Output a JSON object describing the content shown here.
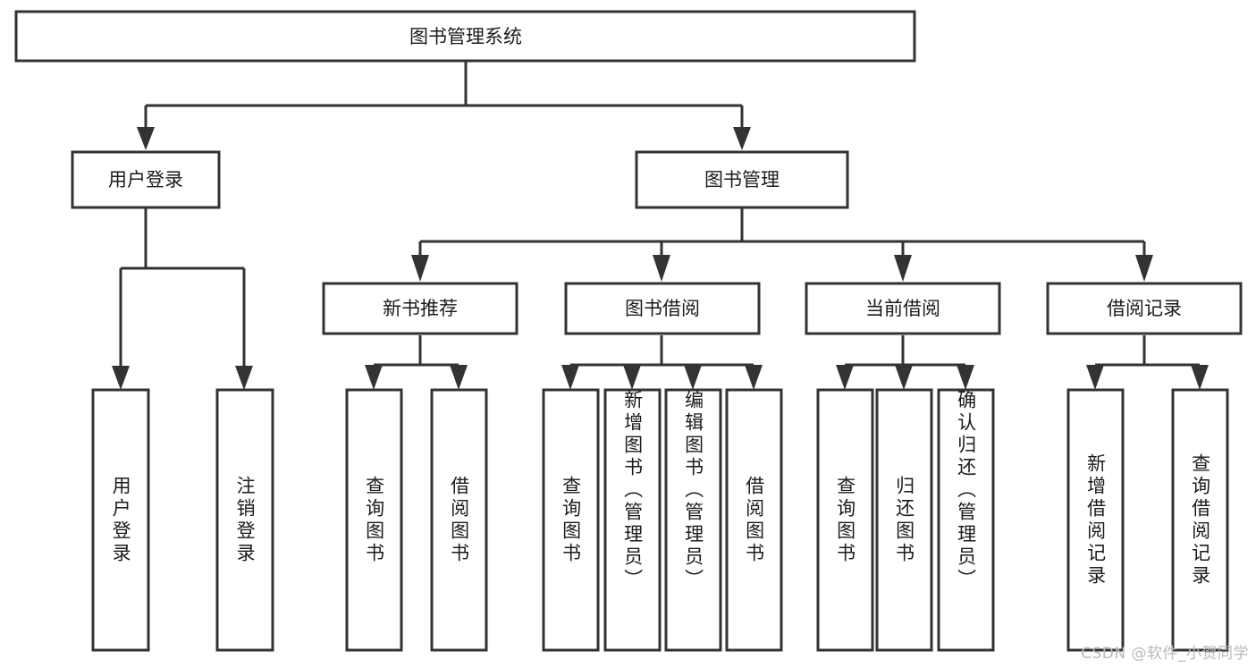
{
  "diagram": {
    "type": "tree-hierarchy",
    "title": "图书管理系统",
    "watermark": "CSDN @软件_小贺同学",
    "colors": {
      "stroke": "#333333",
      "box_fill": "#ffffff",
      "text": "#1b1b1b",
      "watermark": "#b9b9b9",
      "background": "#ffffff"
    },
    "levels": {
      "root": {
        "label": "图书管理系统"
      },
      "modules": [
        {
          "id": "user-login",
          "label": "用户登录"
        },
        {
          "id": "book-management",
          "label": "图书管理"
        }
      ],
      "submodules": [
        {
          "id": "new-book-recommend",
          "label": "新书推荐",
          "parent": "book-management"
        },
        {
          "id": "book-borrow",
          "label": "图书借阅",
          "parent": "book-management"
        },
        {
          "id": "current-borrow",
          "label": "当前借阅",
          "parent": "book-management"
        },
        {
          "id": "borrow-record",
          "label": "借阅记录",
          "parent": "book-management"
        }
      ],
      "leaves": [
        {
          "id": "leaf-user-login",
          "label": "用户登录",
          "parent": "user-login"
        },
        {
          "id": "leaf-logout-login",
          "label": "注销登录",
          "parent": "user-login"
        },
        {
          "id": "leaf-query-book-1",
          "label": "查询图书",
          "parent": "new-book-recommend"
        },
        {
          "id": "leaf-borrow-book-1",
          "label": "借阅图书",
          "parent": "new-book-recommend"
        },
        {
          "id": "leaf-query-book-2",
          "label": "查询图书",
          "parent": "book-borrow"
        },
        {
          "id": "leaf-add-book",
          "label": "新增图书（管理员）",
          "parent": "book-borrow"
        },
        {
          "id": "leaf-edit-book",
          "label": "编辑图书（管理员）",
          "parent": "book-borrow"
        },
        {
          "id": "leaf-borrow-book-2",
          "label": "借阅图书",
          "parent": "book-borrow"
        },
        {
          "id": "leaf-query-book-3",
          "label": "查询图书",
          "parent": "current-borrow"
        },
        {
          "id": "leaf-return-book",
          "label": "归还图书",
          "parent": "current-borrow"
        },
        {
          "id": "leaf-confirm-return",
          "label": "确认归还（管理员）",
          "parent": "current-borrow"
        },
        {
          "id": "leaf-add-record",
          "label": "新增借阅记录",
          "parent": "borrow-record"
        },
        {
          "id": "leaf-query-record",
          "label": "查询借阅记录",
          "parent": "borrow-record"
        }
      ]
    }
  }
}
